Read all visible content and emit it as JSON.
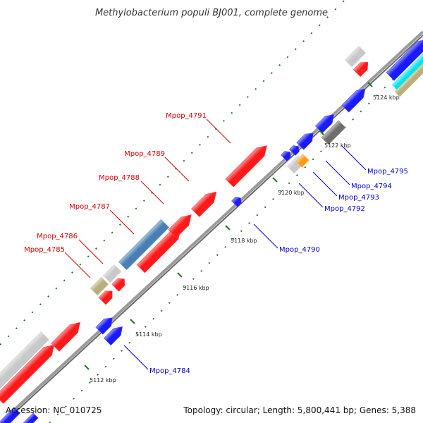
{
  "title": "Methylobacterium populi BJ001, complete genome",
  "footer": {
    "accession": "Accession: NC_010725",
    "stats": "Topology: circular; Length: 5,800,441 bp; Genes: 5,388"
  },
  "colors": {
    "backbone": "#8c8c8c",
    "tick_major": "#1a7a1a",
    "tick_minor": "#2f9a2f",
    "upper_label": "#cc0000",
    "lower_label": "#0000cc",
    "red": "#ff1a1a",
    "blue": "#1a1aff",
    "steel": "#4a7fb5",
    "grey": "#c8c8c8",
    "darkgrey": "#6e6e6e",
    "khaki": "#b8b07a",
    "orange": "#ff9a1a",
    "cyan": "#00e6e6"
  },
  "tick_labels": [
    {
      "text": "5112 kbp"
    },
    {
      "text": "5114 kbp"
    },
    {
      "text": "5116 kbp"
    },
    {
      "text": "5118 kbp"
    },
    {
      "text": "5120 kbp"
    },
    {
      "text": "5122 kbp"
    },
    {
      "text": "5124 kbp"
    }
  ],
  "gene_labels": [
    {
      "text": "Mpop_4785"
    },
    {
      "text": "Mpop_4786"
    },
    {
      "text": "Mpop_4787"
    },
    {
      "text": "Mpop_4788"
    },
    {
      "text": "Mpop_4789"
    },
    {
      "text": "Mpop_4791"
    },
    {
      "text": "Mpop_4784"
    },
    {
      "text": "Mpop_4790"
    },
    {
      "text": "Mpop_4792"
    },
    {
      "text": "Mpop_4793"
    },
    {
      "text": "Mpop_4794"
    },
    {
      "text": "Mpop_4795"
    }
  ]
}
